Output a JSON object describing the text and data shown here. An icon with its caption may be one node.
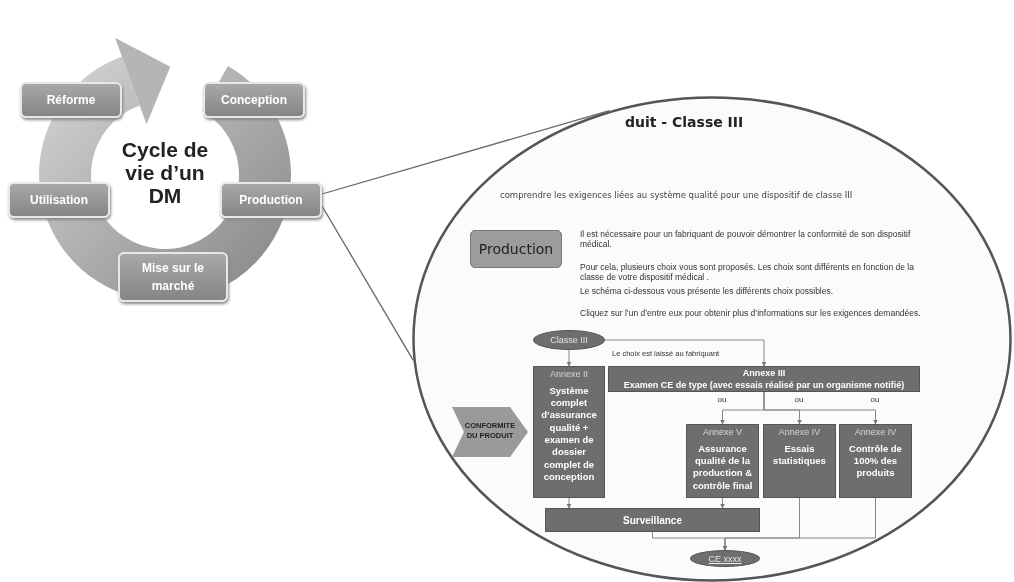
{
  "diagram": {
    "nodes": [
      {
        "text": [
          "Réforme"
        ]
      },
      {
        "text": [
          "Conception"
        ]
      },
      {
        "text": [
          "Utilisation"
        ]
      },
      {
        "text": [
          "Production"
        ]
      },
      {
        "text": [
          "Mise sur le marché"
        ]
      },
      {
        "text": [],
        "shape": "circle"
      },
      {
        "text": [
          "Production"
        ],
        "in": 5
      },
      {
        "text": [
          "Classe III"
        ],
        "in": 5
      },
      {
        "text": [
          "Annexe II",
          "Système complet d’assurance qualité + examen de dossier complet de conception"
        ],
        "in": 5
      },
      {
        "text": [
          "Annexe III",
          "Examen CE de type (avec essais réalisé par un organisme notifié)"
        ],
        "in": 5
      },
      {
        "text": [
          "CONFORMITE DU PRODUIT"
        ],
        "in": 5
      },
      {
        "text": [
          "Annexe V",
          "Assurance qualité de la production & contrôle final"
        ],
        "in": 5
      },
      {
        "text": [
          "Annexe IV",
          "Essais statistiques"
        ],
        "in": 5
      },
      {
        "text": [
          "Annexe IV",
          "Contrôle de 100% des produits"
        ],
        "in": 5
      },
      {
        "text": [
          "Surveillance"
        ],
        "in": 5
      },
      {
        "text": [
          "CE xxxx"
        ],
        "in": 5
      }
    ],
    "edges": [
      {
        "from": 3,
        "to": 5,
        "arrow": "none"
      },
      {
        "from": 3,
        "to": 5,
        "arrow": "none"
      },
      {
        "from": 7,
        "to": 8,
        "arrow": "to"
      },
      {
        "from": 7,
        "to": 9,
        "arrow": "to"
      },
      {
        "from": 9,
        "to": 11,
        "arrow": "to",
        "label": "ou"
      },
      {
        "from": 9,
        "to": 12,
        "arrow": "to",
        "label": "ou"
      },
      {
        "from": 9,
        "to": 13,
        "arrow": "to",
        "label": "ou"
      },
      {
        "from": 8,
        "to": 14,
        "arrow": "to"
      },
      {
        "from": 11,
        "to": 14,
        "arrow": "to"
      },
      {
        "from": 14,
        "to": 15,
        "arrow": "to"
      },
      {
        "from": 12,
        "to": 15,
        "arrow": "to"
      },
      {
        "from": 13,
        "to": 15,
        "arrow": "to"
      }
    ],
    "labels": [
      "Cycle de vie d’un DM",
      "duit - Classe III",
      "comprendre les exigences liées au système qualité pour une dispositif de classe III",
      "Il est nécessaire pour un fabriquant de pouvoir démontrer la conformité de son dispositif médical.",
      "Pour cela, plusieurs choix vous sont proposés. Les choix sont différents en fonction de la classe de votre dispositif médical .",
      "Le schéma ci-dessous vous présente les différents choix possibles.",
      "Cliquez sur l’un d’entre eux pour obtenir plus d’informations sur les exigences demandées.",
      "Le choix est laissé au fabriquant"
    ]
  }
}
